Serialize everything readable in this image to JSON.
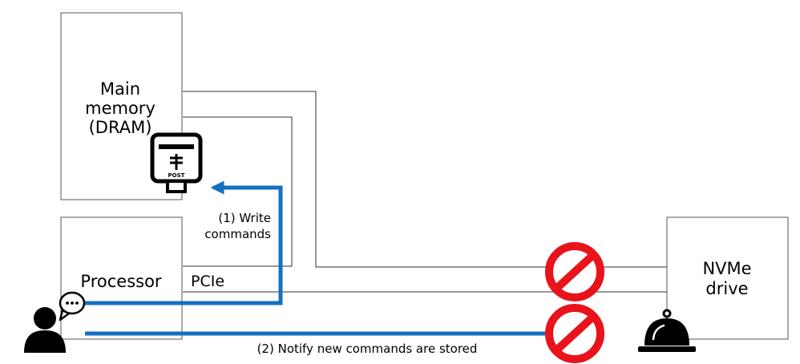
{
  "boxes": {
    "main_memory": {
      "line1": "Main",
      "line2": "memory",
      "line3": "(DRAM)"
    },
    "processor": {
      "label": "Processor"
    },
    "nvme": {
      "line1": "NVMe",
      "line2": "drive"
    }
  },
  "bus": {
    "label": "PCIe"
  },
  "steps": {
    "write": {
      "line1": "(1) Write",
      "line2": "commands"
    },
    "notify": {
      "label": "(2) Notify new commands are stored"
    }
  },
  "mailbox": {
    "label": "POST"
  },
  "icons": [
    "mailbox-icon",
    "speech-bubble-icon",
    "person-icon",
    "prohibited-icon",
    "service-bell-icon"
  ],
  "colors": {
    "arrow": "#1570c0",
    "prohibit": "#e8131b",
    "line": "#333333"
  }
}
